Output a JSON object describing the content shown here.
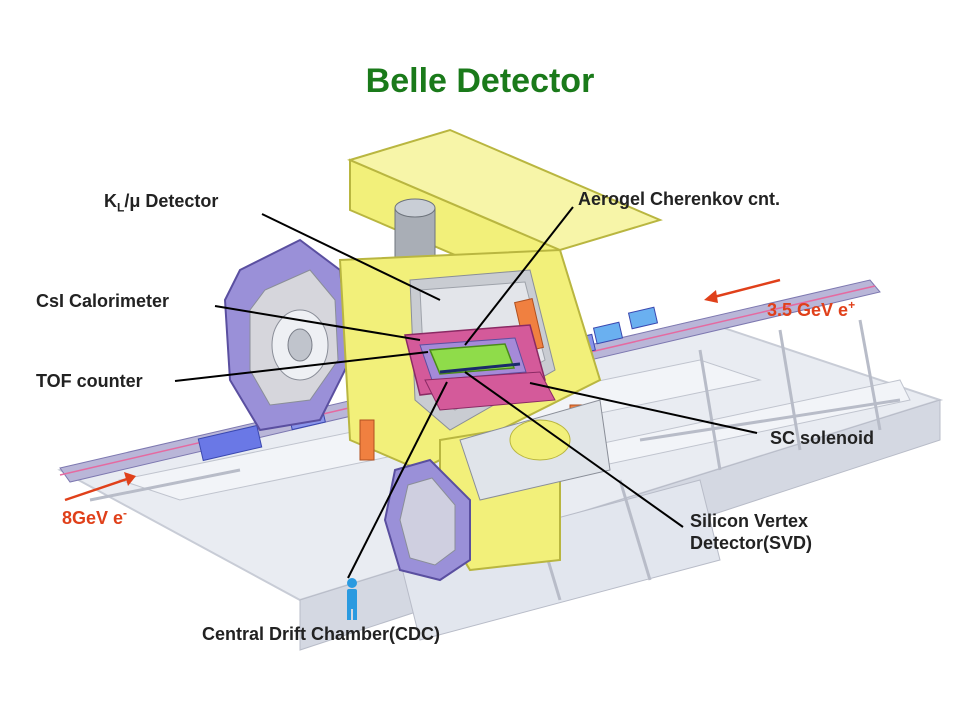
{
  "title": "Belle Detector",
  "labels": {
    "klm_main": "K",
    "klm_sub": "L",
    "klm_rest": "/μ Detector",
    "aerogel": "Aerogel Cherenkov cnt.",
    "csi": "CsI Calorimeter",
    "beam_positron": "3.5 GeV e",
    "beam_positron_sup": "+",
    "tof": "TOF counter",
    "sc": "SC solenoid",
    "beam_electron": "8GeV e",
    "beam_electron_sup": "-",
    "svd_line1": "Silicon Vertex",
    "svd_line2": "Detector(SVD)",
    "cdc": "Central Drift Chamber(CDC)"
  },
  "colors": {
    "title": "#1a7a1a",
    "beam_label": "#e0401a",
    "frame_yellow": "#f2f07a",
    "barrel_purple": "#9a90d8",
    "endcap_gray": "#d6d6dc",
    "calorimeter_pink": "#d45a9a",
    "cdc_green": "#8fdc4a",
    "beam_blue": "#5a6ae0",
    "person_blue": "#2a9ae0"
  }
}
